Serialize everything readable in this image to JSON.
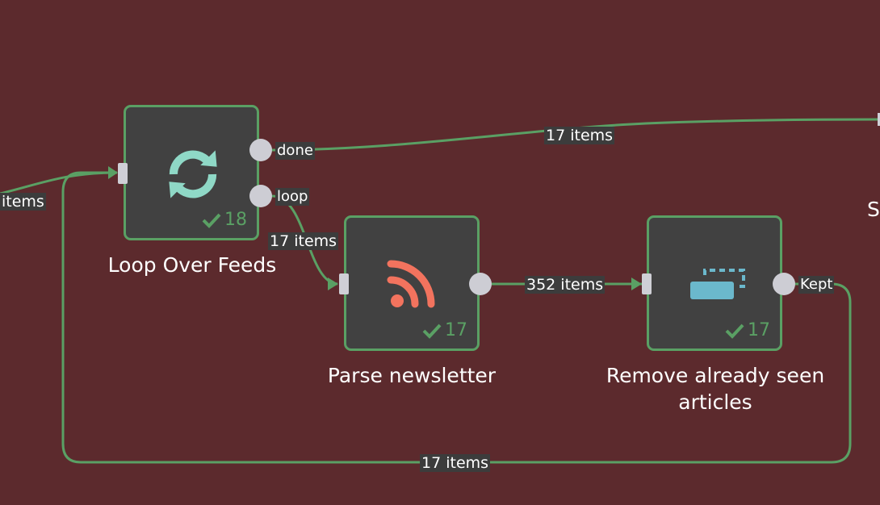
{
  "nodes": {
    "loop": {
      "title": "Loop Over Feeds",
      "icon": "refresh-icon",
      "runs": "18"
    },
    "parse": {
      "title": "Parse newsletter",
      "icon": "rss-icon",
      "runs": "17"
    },
    "remove": {
      "title": "Remove already seen articles",
      "icon": "remove-duplicates-icon",
      "runs": "17"
    },
    "offscreen": {
      "title_fragment": "S"
    }
  },
  "ports": {
    "done": "done",
    "loop": "loop",
    "kept": "Kept"
  },
  "edges": {
    "incoming_left": "items",
    "done_to_next": "17 items",
    "loop_to_parse": "17 items",
    "parse_to_remove": "352 items",
    "kept_back_to_loop": "17 items"
  },
  "colors": {
    "canvas": "#5c2a2d",
    "node_fill": "#414141",
    "success_green": "#5aa064",
    "edge_green": "#5aa064",
    "loop_icon": "#8fd8c6",
    "rss_icon": "#f2735e",
    "remove_icon": "#6bb8cc"
  }
}
